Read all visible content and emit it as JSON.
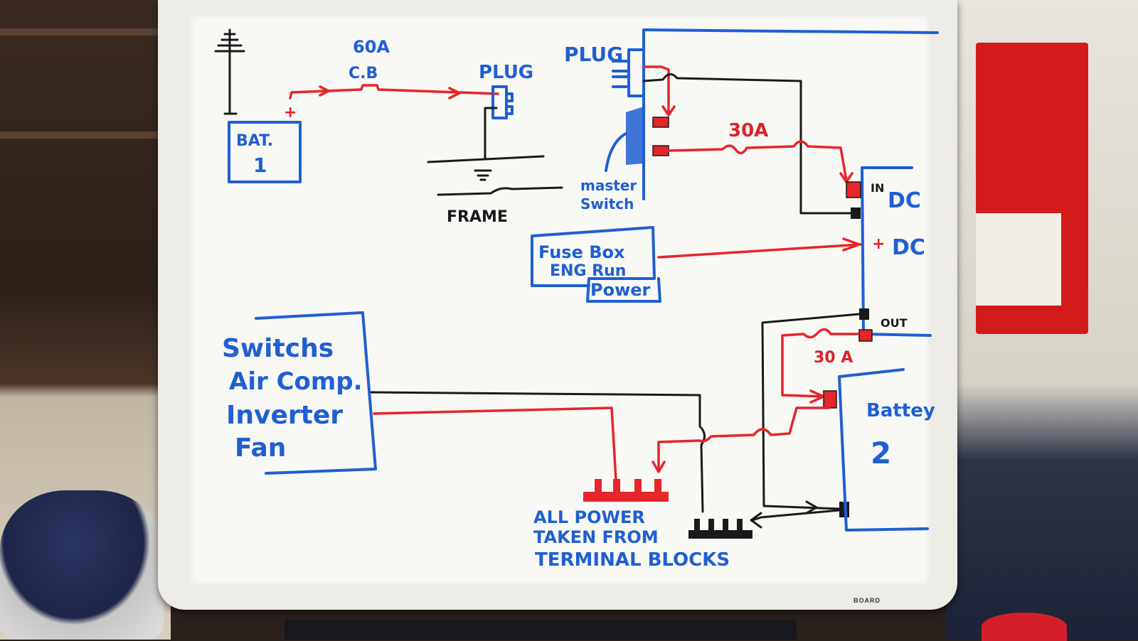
{
  "diagram": {
    "ground_symbol_top": "ground-top",
    "labels": {
      "breaker_amps": "60A",
      "breaker_name": "C.B",
      "plug_left": "PLUG",
      "plug_right": "PLUG",
      "battery1_line1": "BAT.",
      "battery1_line2": "1",
      "battery1_plus": "+",
      "frame": "FRAME",
      "master_line1": "master",
      "master_line2": "Switch",
      "fuse_30a_top": "30A",
      "fuse_30a_bottom": "30 A",
      "dc_in_tag": "IN",
      "dc_in": "DC",
      "dc_plus": "+",
      "dc_out_label": "DC",
      "dc_out_tag": "OUT",
      "fusebox_line1": "Fuse Box",
      "fusebox_line2": "ENG Run",
      "fusebox_line3": "Power",
      "loads_line1": "Switchs",
      "loads_line2": "Air Comp.",
      "loads_line3": "Inverter",
      "loads_line4": "Fan",
      "battery2_line1": "Battey",
      "battery2_line2": "2",
      "note_line1": "ALL POWER",
      "note_line2": "TAKEN FROM",
      "note_line3": "TERMINAL BLOCKS"
    },
    "colors": {
      "marker_blue": "#1f5fd1",
      "marker_red": "#e5262b",
      "marker_black": "#1a1a1a"
    }
  },
  "board": {
    "brand": "BOARD"
  }
}
